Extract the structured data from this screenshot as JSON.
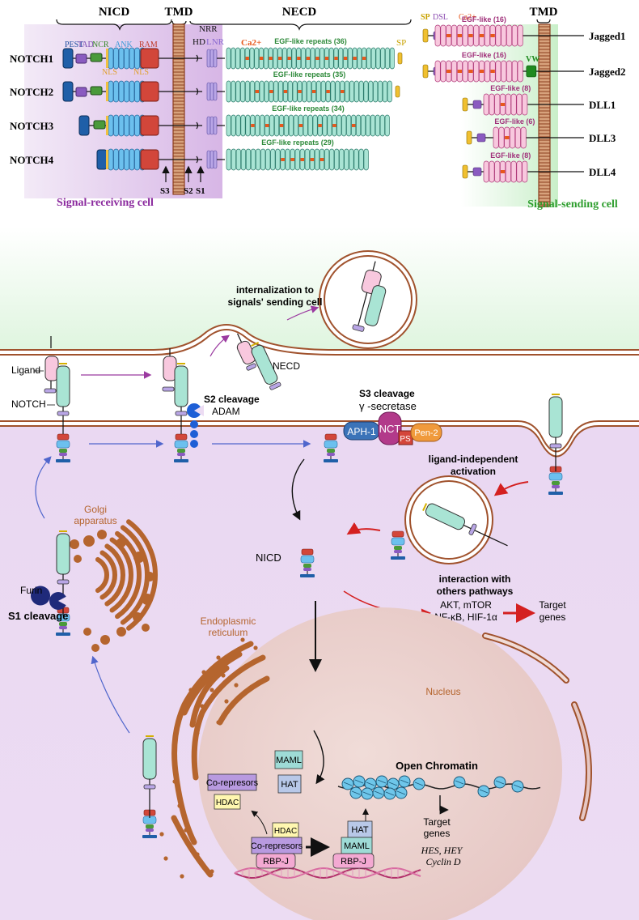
{
  "top": {
    "nicd_header": "NICD",
    "tmd_header": "TMD",
    "necd_header": "NECD",
    "tmd_header_right": "TMD",
    "domains": {
      "pest": "PEST",
      "tad": "TAD",
      "ncr": "NCR",
      "ank": "ANK",
      "ram": "RAM",
      "nls1": "NLS",
      "nls2": "NLS",
      "nrr": "NRR",
      "hd": "HD",
      "lnr": "LNR",
      "ca": "Ca2+",
      "sp": "SP"
    },
    "receptors": [
      {
        "name": "NOTCH1",
        "egf": "EGF-like repeats (36)"
      },
      {
        "name": "NOTCH2",
        "egf": "EGF-like repeats (35)"
      },
      {
        "name": "NOTCH3",
        "egf": "EGF-like repeats (34)"
      },
      {
        "name": "NOTCH4",
        "egf": "EGF-like repeats (29)"
      }
    ],
    "cleavage_sites": {
      "s3": "S3",
      "s2": "S2",
      "s1": "S1"
    },
    "receiving_label": "Signal-receiving cell",
    "ligand_domains": {
      "sp": "SP",
      "dsl": "DSL",
      "ca": "Ca2+",
      "vw": "VW"
    },
    "ligands": [
      {
        "name": "Jagged1",
        "egf": "EGF-like (16)"
      },
      {
        "name": "Jagged2",
        "egf": "EGF-like (16)"
      },
      {
        "name": "DLL1",
        "egf": "EGF-like (8)"
      },
      {
        "name": "DLL3",
        "egf": "EGF-like (6)"
      },
      {
        "name": "DLL4",
        "egf": "EGF-like (8)"
      }
    ],
    "sending_label": "Signal-sending cell"
  },
  "bottom": {
    "internalization": [
      "internalization to",
      "signals' sending cell"
    ],
    "ligand": "Ligand",
    "notch": "NOTCH",
    "necd": "NECD",
    "s2_title": "S2 cleavage",
    "adam": "ADAM",
    "s3_title": "S3 cleavage",
    "gamma": "γ -secretase",
    "aph1": "APH-1",
    "nct": "NCT",
    "ps": "PS",
    "pen2": "Pen-2",
    "ligand_independent": [
      "ligand-independent",
      "activation"
    ],
    "golgi": [
      "Golgi",
      "apparatus"
    ],
    "furin": "Furin",
    "s1_cleavage": "S1 cleavage",
    "nicd": "NICD",
    "interaction": [
      "interaction with",
      "others pathways"
    ],
    "pathways": [
      "AKT, mTOR",
      "NF-κB, HIF-1α"
    ],
    "target_genes": [
      "Target",
      "genes"
    ],
    "er": [
      "Endoplasmic",
      "reticulum"
    ],
    "nucleus": "Nucleus",
    "maml": "MAML",
    "hat": "HAT",
    "corepressors": "Co-represors",
    "hdac": "HDAC",
    "rbpj": "RBP-J",
    "open_chromatin": "Open Chromatin",
    "target_genes_nuc": [
      "Target",
      "genes"
    ],
    "genes_list": [
      "HES, HEY",
      "Cyclin D"
    ]
  },
  "colors": {
    "membrane": "#a0522d",
    "golgi": "#b5652e",
    "purple_bg": "#e6d3ee",
    "green_bg": "#e4f6e4",
    "egf": "#a9e4d4",
    "egf_ligand": "#f8c8de",
    "ca": "#e8581c",
    "receiving": "#8b2a9e",
    "sending": "#2e9e2e",
    "arrow_red": "#d42020",
    "arrow_blue": "#5066cc"
  }
}
